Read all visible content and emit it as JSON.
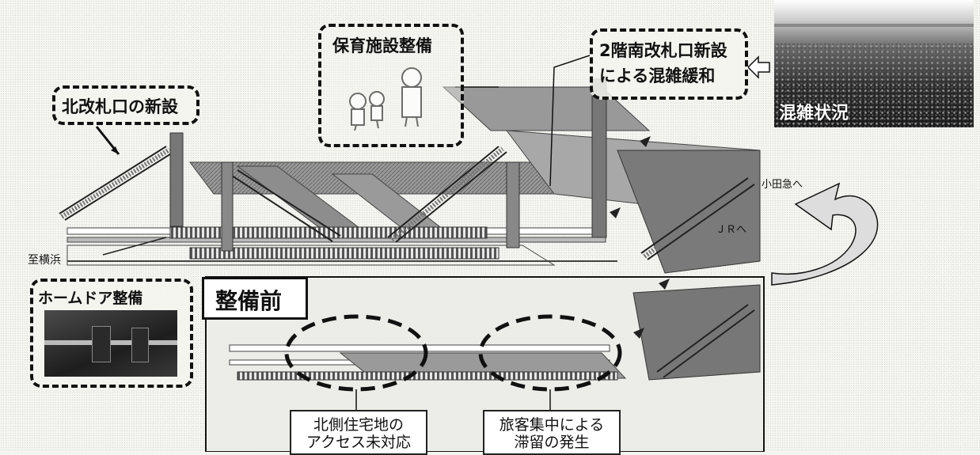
{
  "callouts": {
    "north_gate": "北改札口の新設",
    "childcare": "保育施設整備",
    "south_gate_line1": "2階南改札口新設",
    "south_gate_line2": "による混雑緩和",
    "platform_door": "ホームドア整備"
  },
  "photo_caption": "混雑状況",
  "direction_labels": {
    "yokohama": "至横浜",
    "odakyu": "小田急へ",
    "jr": "ＪＲへ"
  },
  "before_panel": {
    "title": "整備前",
    "issue_north_line1": "北側住宅地の",
    "issue_north_line2": "アクセス未対応",
    "issue_crowd_line1": "旅客集中による",
    "issue_crowd_line2": "滞留の発生"
  },
  "colors": {
    "structure": "#8a8a8a",
    "structure_dark": "#555555",
    "dash": "#111111",
    "background": "#f4f4f0"
  }
}
